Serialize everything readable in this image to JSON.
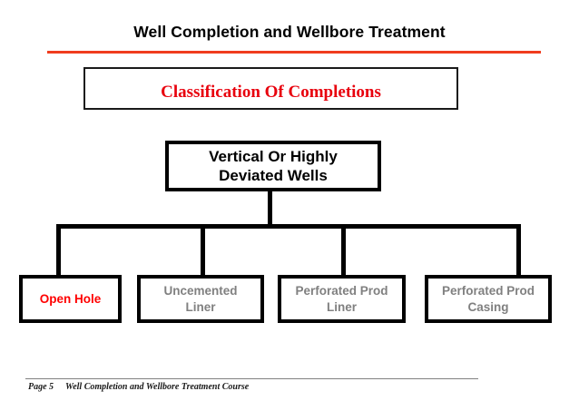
{
  "slide": {
    "title": "Well Completion and Wellbore Treatment",
    "accent_rule_color": "#F03C1E"
  },
  "banner": {
    "text": "Classification Of Completions",
    "text_color": "#E8000D"
  },
  "diagram": {
    "root": {
      "label_line1": "Vertical Or Highly",
      "label_line2": "Deviated Wells",
      "text_color": "#000000"
    },
    "leaves": [
      {
        "label_line1": "Open Hole",
        "label_line2": "",
        "text_color": "#FF0000",
        "highlighted": true
      },
      {
        "label_line1": "Uncemented",
        "label_line2": "Liner",
        "text_color": "#808080",
        "highlighted": false
      },
      {
        "label_line1": "Perforated Prod",
        "label_line2": "Liner",
        "text_color": "#808080",
        "highlighted": false
      },
      {
        "label_line1": "Perforated Prod",
        "label_line2": "Casing",
        "text_color": "#808080",
        "highlighted": false
      }
    ]
  },
  "footer": {
    "page": "Page 5",
    "course": "Well Completion and Wellbore Treatment Course"
  }
}
